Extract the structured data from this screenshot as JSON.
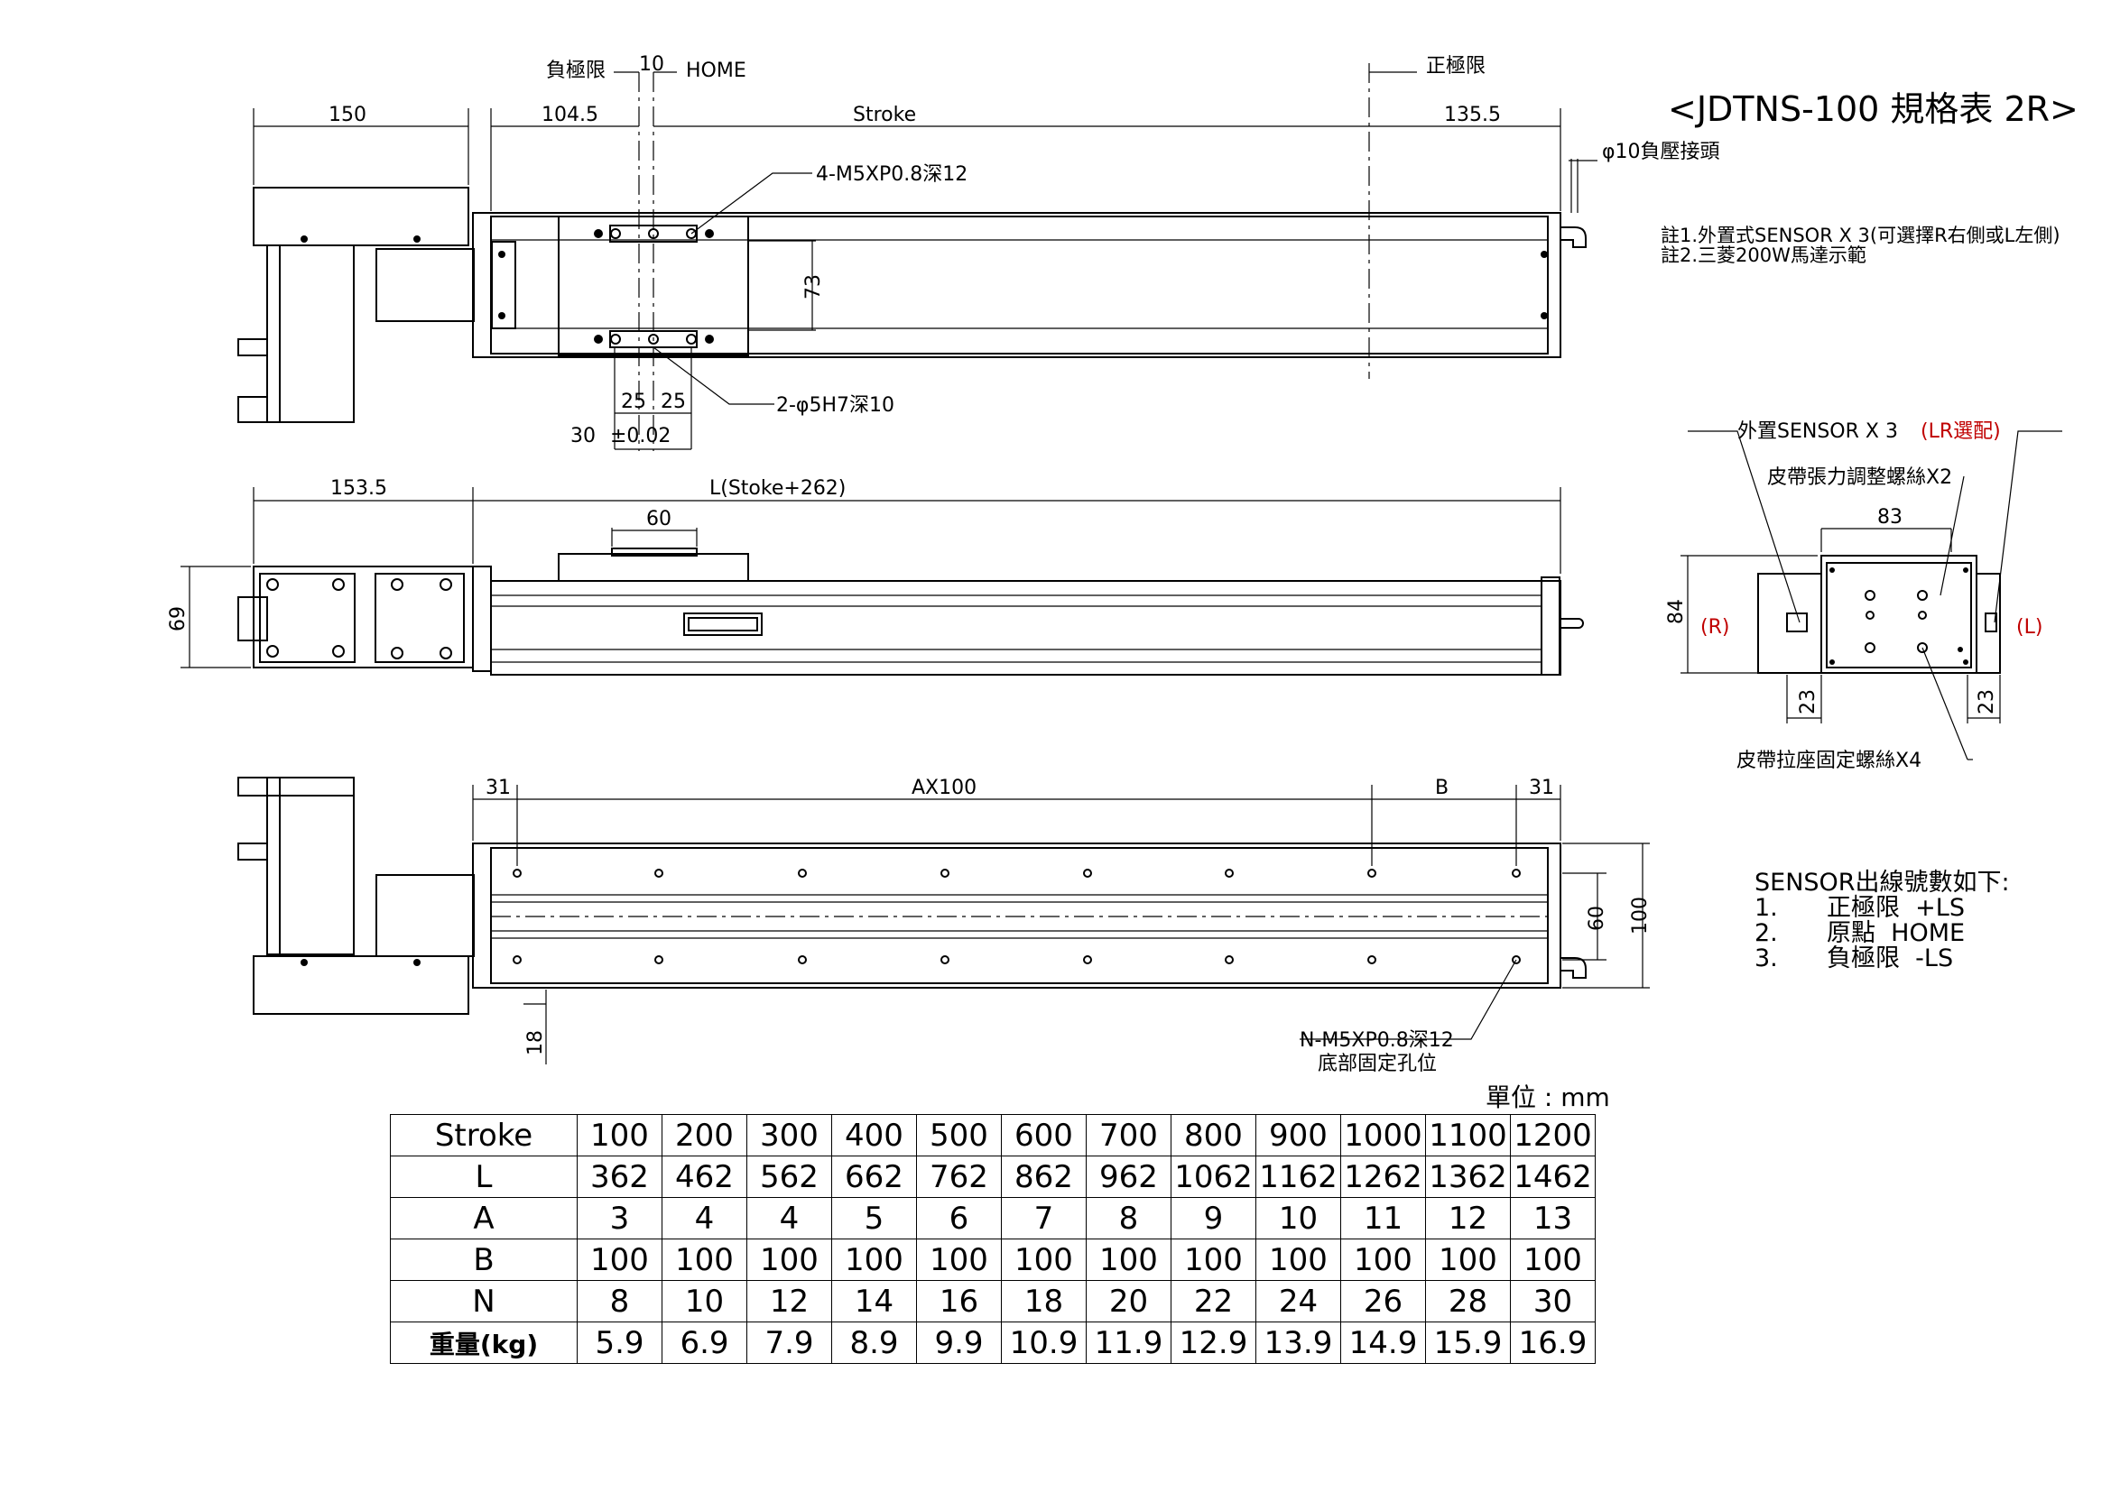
{
  "title": "<JDTNS-100 規格表 2R>",
  "notes": [
    "註1.外置式SENSOR X 3(可選擇R右側或L左側)",
    "註2.三菱200W馬達示範"
  ],
  "top_view": {
    "neg_limit": "負極限",
    "home_gap": "10",
    "home": "HOME",
    "pos_limit": "正極限",
    "dim_motor": "150",
    "dim_left": "104.5",
    "dim_stroke": "Stroke",
    "dim_right": "135.5",
    "air_fitting": "φ10負壓接頭",
    "screw_callout": "4-M5XP0.8深12",
    "dim_height": "73",
    "dim_25a": "25",
    "dim_25b": "25",
    "dim_30": "30",
    "tolerance": "±0.02",
    "pin_callout": "2-φ5H7深10"
  },
  "side_view": {
    "dim_motor": "153.5",
    "dim_length": "L(Stoke+262)",
    "dim_60": "60",
    "dim_69": "69"
  },
  "bottom_view": {
    "dim_31a": "31",
    "dim_pitch": "AX100",
    "dim_b": "B",
    "dim_31b": "31",
    "dim_60": "60",
    "dim_100": "100",
    "dim_18": "18",
    "mount_callout": "N-M5XP0.8深12",
    "mount_label": "底部固定孔位"
  },
  "end_view": {
    "sensor_prefix": "外置SENSOR X 3",
    "sensor_option": "(LR選配)",
    "belt_tension": "皮帶張力調整螺絲X2",
    "dim_83": "83",
    "dim_84": "84",
    "right_side": "(R)",
    "left_side": "(L)",
    "dim_23a": "23",
    "dim_23b": "23",
    "belt_clamp": "皮帶拉座固定螺絲X4"
  },
  "unit": "單位 : mm",
  "sensor_list": {
    "header": "SENSOR出線號數如下:",
    "items": [
      {
        "num": "1.",
        "name": "正極限",
        "signal": "+LS"
      },
      {
        "num": "2.",
        "name": "原點",
        "signal": "HOME"
      },
      {
        "num": "3.",
        "name": "負極限",
        "signal": "-LS"
      }
    ]
  },
  "spec_table": {
    "rows": [
      {
        "label": "Stroke",
        "values": [
          "100",
          "200",
          "300",
          "400",
          "500",
          "600",
          "700",
          "800",
          "900",
          "1000",
          "1100",
          "1200"
        ]
      },
      {
        "label": "L",
        "values": [
          "362",
          "462",
          "562",
          "662",
          "762",
          "862",
          "962",
          "1062",
          "1162",
          "1262",
          "1362",
          "1462"
        ]
      },
      {
        "label": "A",
        "values": [
          "3",
          "4",
          "4",
          "5",
          "6",
          "7",
          "8",
          "9",
          "10",
          "11",
          "12",
          "13"
        ]
      },
      {
        "label": "B",
        "values": [
          "100",
          "100",
          "100",
          "100",
          "100",
          "100",
          "100",
          "100",
          "100",
          "100",
          "100",
          "100"
        ]
      },
      {
        "label": "N",
        "values": [
          "8",
          "10",
          "12",
          "14",
          "16",
          "18",
          "20",
          "22",
          "24",
          "26",
          "28",
          "30"
        ]
      },
      {
        "label": "重量(kg)",
        "values": [
          "5.9",
          "6.9",
          "7.9",
          "8.9",
          "9.9",
          "10.9",
          "11.9",
          "12.9",
          "13.9",
          "14.9",
          "15.9",
          "16.9"
        ]
      }
    ]
  }
}
